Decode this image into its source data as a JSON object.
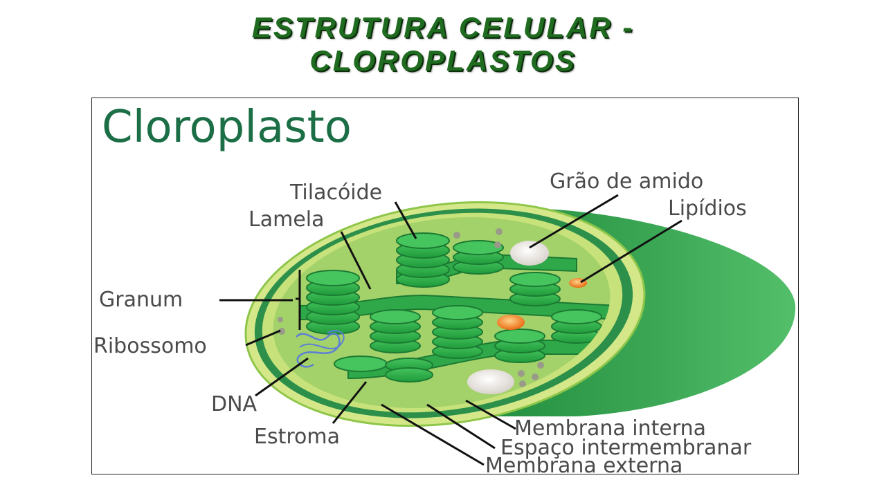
{
  "slide": {
    "title_line1": "ESTRUTURA CELULAR -",
    "title_line2": "CLOROPLASTOS"
  },
  "diagram": {
    "heading": "Cloroplasto",
    "labels": {
      "tilacoide": "Tilacóide",
      "lamela": "Lamela",
      "grao_de_amido": "Grão de amido",
      "lipidios": "Lipídios",
      "granum": "Granum",
      "ribossomo": "Ribossomo",
      "dna": "DNA",
      "estroma": "Estroma",
      "membrana_interna": "Membrana interna",
      "espaco_intermembranar": "Espaço intermembranar",
      "membrana_externa": "Membrana externa"
    },
    "colors": {
      "title_green": "#1f6b1f",
      "heading_green": "#1b6e45",
      "outer_body": "#3ca856",
      "stroma": "#a3d16a",
      "thylakoid": "#2fb04a",
      "starch": "#e6e1dc",
      "lipid": "#f07a1a"
    }
  }
}
